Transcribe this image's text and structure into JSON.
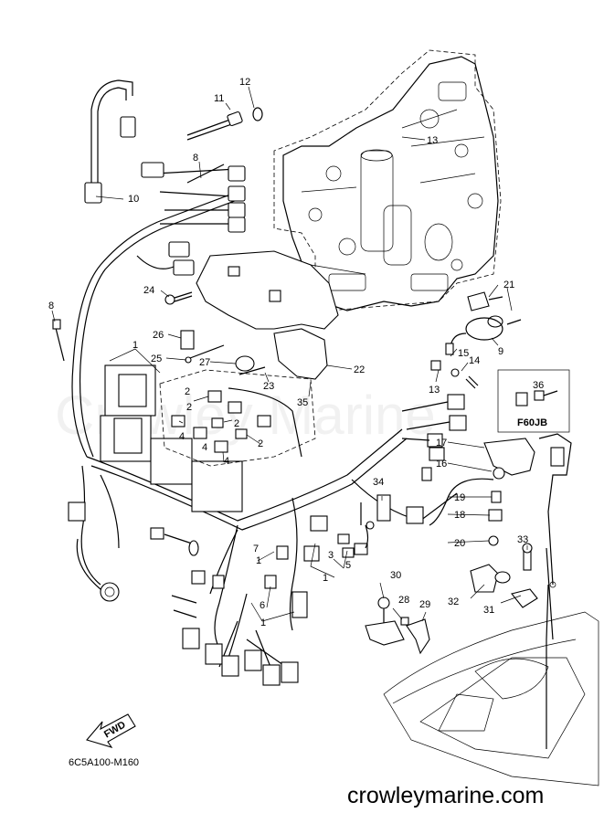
{
  "diagram": {
    "part_numbers": [
      "1",
      "2",
      "3",
      "4",
      "5",
      "6",
      "7",
      "8",
      "9",
      "10",
      "11",
      "12",
      "13",
      "14",
      "15",
      "16",
      "17",
      "18",
      "19",
      "20",
      "21",
      "22",
      "23",
      "24",
      "25",
      "26",
      "27",
      "28",
      "29",
      "30",
      "31",
      "32",
      "33",
      "34",
      "35",
      "36"
    ],
    "inset_label": "F60JB",
    "inset_part": "36",
    "fwd_label": "FWD",
    "drawing_code": "6C5A100-M160",
    "watermark": "Crowley Marine",
    "website": "crowleymarine.com"
  }
}
